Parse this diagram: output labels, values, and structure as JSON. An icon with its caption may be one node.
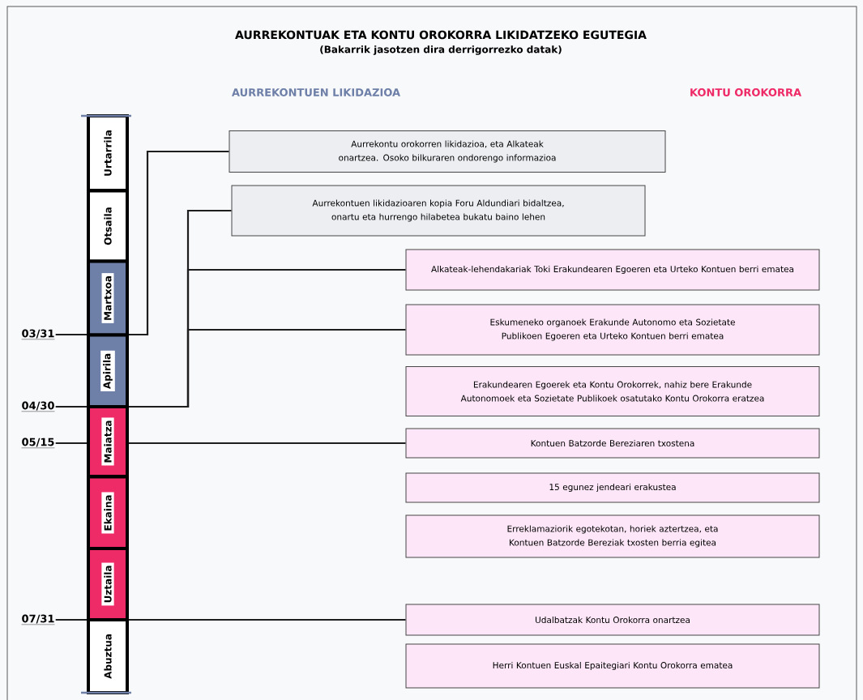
{
  "diagram": {
    "title": "AURREKONTUAK ETA KONTU OROKORRA LIKIDATZEKO EGUTEGIA",
    "nodes": [
      {
        "text": [
          "Urtarrila"
        ]
      },
      {
        "text": [
          "Otsaila"
        ]
      },
      {
        "text": [
          "Martxoa"
        ]
      },
      {
        "text": [
          "Apirila"
        ]
      },
      {
        "text": [
          "Maiatza"
        ]
      },
      {
        "text": [
          "Ekaina"
        ]
      },
      {
        "text": [
          "Uztaila"
        ]
      },
      {
        "text": [
          "Abuztua"
        ]
      },
      {
        "text": [
          "03/31"
        ]
      },
      {
        "text": [
          "04/30"
        ]
      },
      {
        "text": [
          "05/15"
        ]
      },
      {
        "text": [
          "07/31"
        ]
      },
      {
        "text": [
          "Aurrekontu orokorren likidazioa, eta Alkateak onartzea. Osoko bilkuraren ondorengo informazioa"
        ]
      },
      {
        "text": [
          "Aurrekontuen likidazioaren kopia Foru Aldundiari bidaltzea, onartu eta hurrengo hilabetea bukatu baino lehen"
        ]
      },
      {
        "text": [
          "Alkateak-lehendakariak Toki Erakundearen Egoeren eta Urteko Kontuen berri ematea"
        ]
      },
      {
        "text": [
          "Eskumeneko organoek Erakunde Autonomo eta Sozietate Publikoen Egoeren eta Urteko Kontuen berri ematea"
        ]
      },
      {
        "text": [
          "Erakundearen Egoerek eta Kontu Orokorrek, nahiz bere Erakunde Autonomoek eta Sozietate Publikoek osatutako Kontu Orokorra eratzea"
        ]
      },
      {
        "text": [
          "Kontuen Batzorde Bereziaren txostena"
        ]
      },
      {
        "text": [
          "15 egunez jendeari erakustea"
        ]
      },
      {
        "text": [
          "Erreklamaziorik egotekotan, horiek aztertzea, eta Kontuen Batzorde Bereziak txosten berria egitea"
        ]
      },
      {
        "text": [
          "Udalbatzak Kontu Orokorra onartzea"
        ]
      },
      {
        "text": [
          "Herri Kontuen Euskal Epaitegiari Kontu Orokorra ematea"
        ]
      }
    ],
    "edges": [
      {
        "from": 8,
        "to": 2,
        "arrow": "none"
      },
      {
        "from": 2,
        "to": 12,
        "arrow": "none"
      },
      {
        "from": 9,
        "to": 3,
        "arrow": "none"
      },
      {
        "from": 3,
        "to": 13,
        "arrow": "none"
      },
      {
        "from": 3,
        "to": 14,
        "arrow": "none"
      },
      {
        "from": 3,
        "to": 15,
        "arrow": "none"
      },
      {
        "from": 10,
        "to": 4,
        "arrow": "none"
      },
      {
        "from": 4,
        "to": 17,
        "arrow": "none"
      },
      {
        "from": 11,
        "to": 6,
        "arrow": "none"
      },
      {
        "from": 6,
        "to": 20,
        "arrow": "none"
      }
    ],
    "labels": [
      "(Bakarrik jasotzen dira derrigorrezko datak)",
      "AURREKONTUEN LIKIDAZIOA",
      "KONTU OROKORRA"
    ]
  }
}
